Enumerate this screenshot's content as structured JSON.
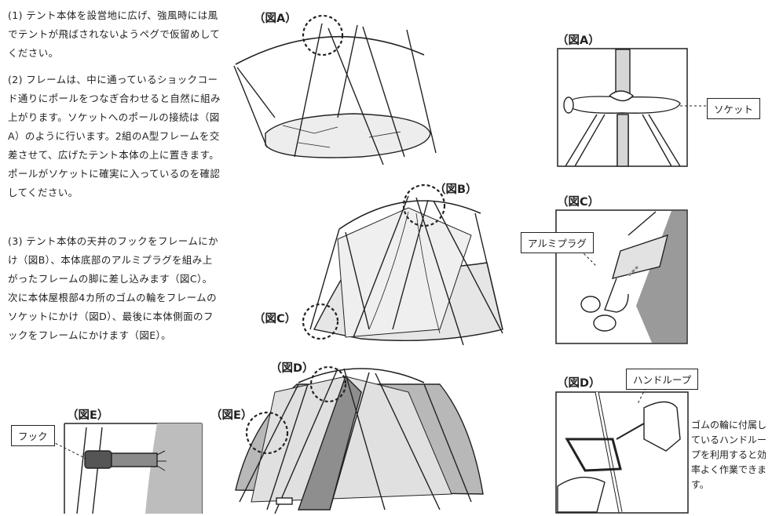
{
  "instructions": {
    "step1": "(1) テント本体を設営地に広げ、強風時には風でテントが飛ばされないようペグで仮留めしてください。",
    "step2": "(2) フレームは、中に通っているショックコード通りにポールをつなぎ合わせると自然に組み上がります。ソケットへのポールの接続は（図A）のように行います。2組のA型フレームを交差させて、広げたテント本体の上に置きます。ポールがソケットに確実に入っているのを確認してください。",
    "step3": "(3) テント本体の天井のフックをフレームにかけ（図B）、本体底部のアルミプラグを組み上がったフレームの脚に差し込みます（図C）。次に本体屋根部4カ所のゴムの輪をフレームのソケットにかけ（図D）、最後に本体側面のフックをフレームにかけます（図E）。"
  },
  "figure_labels": {
    "a_main": "（図A）",
    "a_detail": "（図A）",
    "b": "（図B）",
    "c_main": "（図C）",
    "c_detail": "（図C）",
    "d_main": "（図D）",
    "d_detail": "（図D）",
    "e_main": "（図E）",
    "e_detail": "（図E）"
  },
  "callouts": {
    "socket": "ソケット",
    "aluminum_plug": "アルミプラグ",
    "hand_loop": "ハンドループ",
    "hook": "フック"
  },
  "note": "ゴムの輪に付属しているハンドループを利用すると効率よく作業できます。",
  "colors": {
    "ink": "#222222",
    "tent_light": "#e8e8e8",
    "tent_mid": "#cfcfcf",
    "tent_dark": "#8a8a8a"
  }
}
